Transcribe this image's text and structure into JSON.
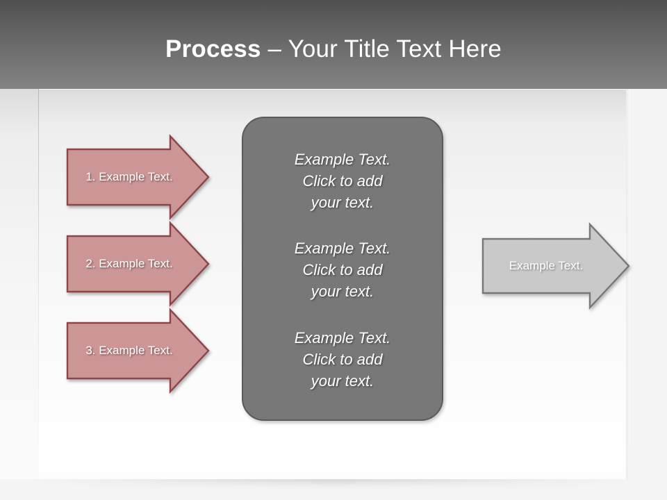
{
  "header": {
    "title_bold": "Process",
    "title_rest": " – Your Title Text Here"
  },
  "colors": {
    "header_top": "#4f4f4f",
    "header_bottom": "#848484",
    "paper": "#fbfbfb",
    "pink_fill": "#cc9697",
    "pink_border": "#8c4449",
    "gray_box_fill": "#787878",
    "gray_box_border": "#5a5a5a",
    "gray_arrow_fill": "#c9c9c9",
    "gray_arrow_border": "#777777",
    "text_white": "#ffffff"
  },
  "left_arrows": [
    {
      "label": "1. Example Text."
    },
    {
      "label": "2. Example Text."
    },
    {
      "label": "3. Example Text."
    }
  ],
  "center_box": {
    "blocks": [
      {
        "text": "Example Text.\nClick  to add\nyour text."
      },
      {
        "text": "Example Text.\nClick  to add\nyour text."
      },
      {
        "text": "Example Text.\nClick  to add\nyour text."
      }
    ]
  },
  "right_arrow": {
    "label": "Example Text."
  }
}
